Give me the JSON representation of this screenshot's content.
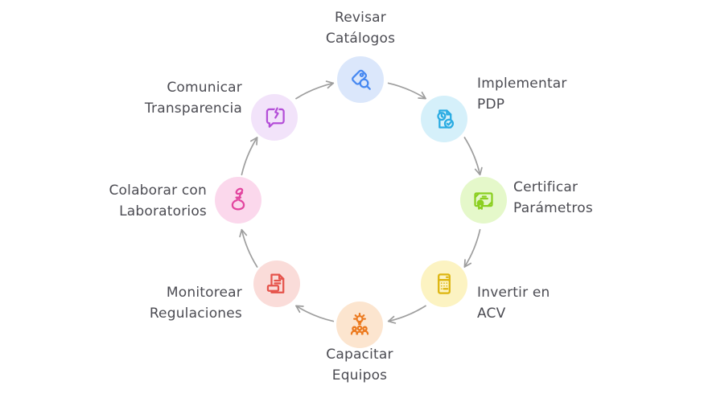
{
  "diagram": {
    "type": "cycle",
    "direction": "clockwise",
    "background": "#ffffff",
    "arrow_color": "#9e9e9e",
    "text_color": "#4b4b52",
    "nodes": [
      {
        "id": "revisar-catalogos",
        "lines": [
          "Revisar",
          "Catálogos"
        ],
        "icon": "tag-search-icon",
        "circle_color": "#dbe7fb",
        "icon_color": "#4688f1"
      },
      {
        "id": "implementar-pdp",
        "lines": [
          "Implementar",
          "PDP"
        ],
        "icon": "document-clock-check-icon",
        "circle_color": "#d5f0fa",
        "icon_color": "#29abe2"
      },
      {
        "id": "certificar-parametros",
        "lines": [
          "Certificar",
          "Parámetros"
        ],
        "icon": "certificate-icon",
        "circle_color": "#e5f8ca",
        "icon_color": "#8bcf21"
      },
      {
        "id": "invertir-acv",
        "lines": [
          "Invertir en",
          "ACV"
        ],
        "icon": "calculator-icon",
        "circle_color": "#fcf3c2",
        "icon_color": "#ddb50e"
      },
      {
        "id": "capacitar-equipos",
        "lines": [
          "Capacitar",
          "Equipos"
        ],
        "icon": "lightbulb-team-icon",
        "circle_color": "#fce5cf",
        "icon_color": "#ec7a1f"
      },
      {
        "id": "monitorear-regulaciones",
        "lines": [
          "Monitorear",
          "Regulaciones"
        ],
        "icon": "document-stamp-icon",
        "circle_color": "#fadcd9",
        "icon_color": "#e5534b"
      },
      {
        "id": "colaborar-laboratorios",
        "lines": [
          "Colaborar con",
          "Laboratorios"
        ],
        "icon": "flask-leaf-icon",
        "circle_color": "#fbd8ec",
        "icon_color": "#e2459f"
      },
      {
        "id": "comunicar-transparencia",
        "lines": [
          "Comunicar",
          "Transparencia"
        ],
        "icon": "broken-chat-icon",
        "circle_color": "#f2e3fa",
        "icon_color": "#b44fd8"
      }
    ]
  }
}
